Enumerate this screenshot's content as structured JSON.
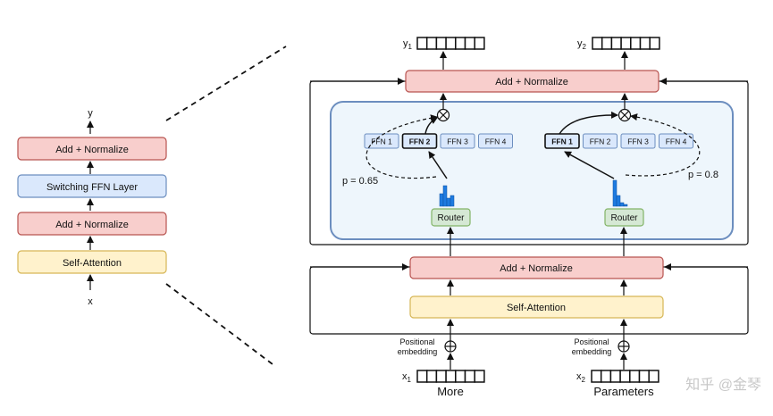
{
  "left": {
    "y_label": "y",
    "x_label": "x",
    "add_norm_top": "Add + Normalize",
    "switching_ffn": "Switching FFN Layer",
    "add_norm_bottom": "Add + Normalize",
    "self_attention": "Self-Attention"
  },
  "right": {
    "add_norm_top": "Add + Normalize",
    "add_norm_mid": "Add + Normalize",
    "self_attention": "Self-Attention",
    "y1_base": "y",
    "y1_sub": "1",
    "y2_base": "y",
    "y2_sub": "2",
    "x1_base": "x",
    "x1_sub": "1",
    "x2_base": "x",
    "x2_sub": "2",
    "word1": "More",
    "word2": "Parameters",
    "pos_emb_line1": "Positional",
    "pos_emb_line2": "embedding",
    "router": "Router",
    "p_left": "p = 0.65",
    "p_right": "p = 0.8",
    "ffn_labels": [
      "FFN 1",
      "FFN 2",
      "FFN 3",
      "FFN 4"
    ],
    "left_selected_ffn": 2,
    "right_selected_ffn": 1
  },
  "watermark": "知乎 @金琴",
  "colors": {
    "red_fill": "#f8cecc",
    "red_stroke": "#b85450",
    "blue_fill": "#dae8fc",
    "blue_stroke": "#6c8ebf",
    "yellow_fill": "#fff2cc",
    "yellow_stroke": "#d6b656",
    "green_fill": "#d5e8d4",
    "green_stroke": "#82b366",
    "panel_fill": "#eef6fc",
    "panel_stroke": "#6c8ebf",
    "bar_blue": "#1e7be0"
  }
}
